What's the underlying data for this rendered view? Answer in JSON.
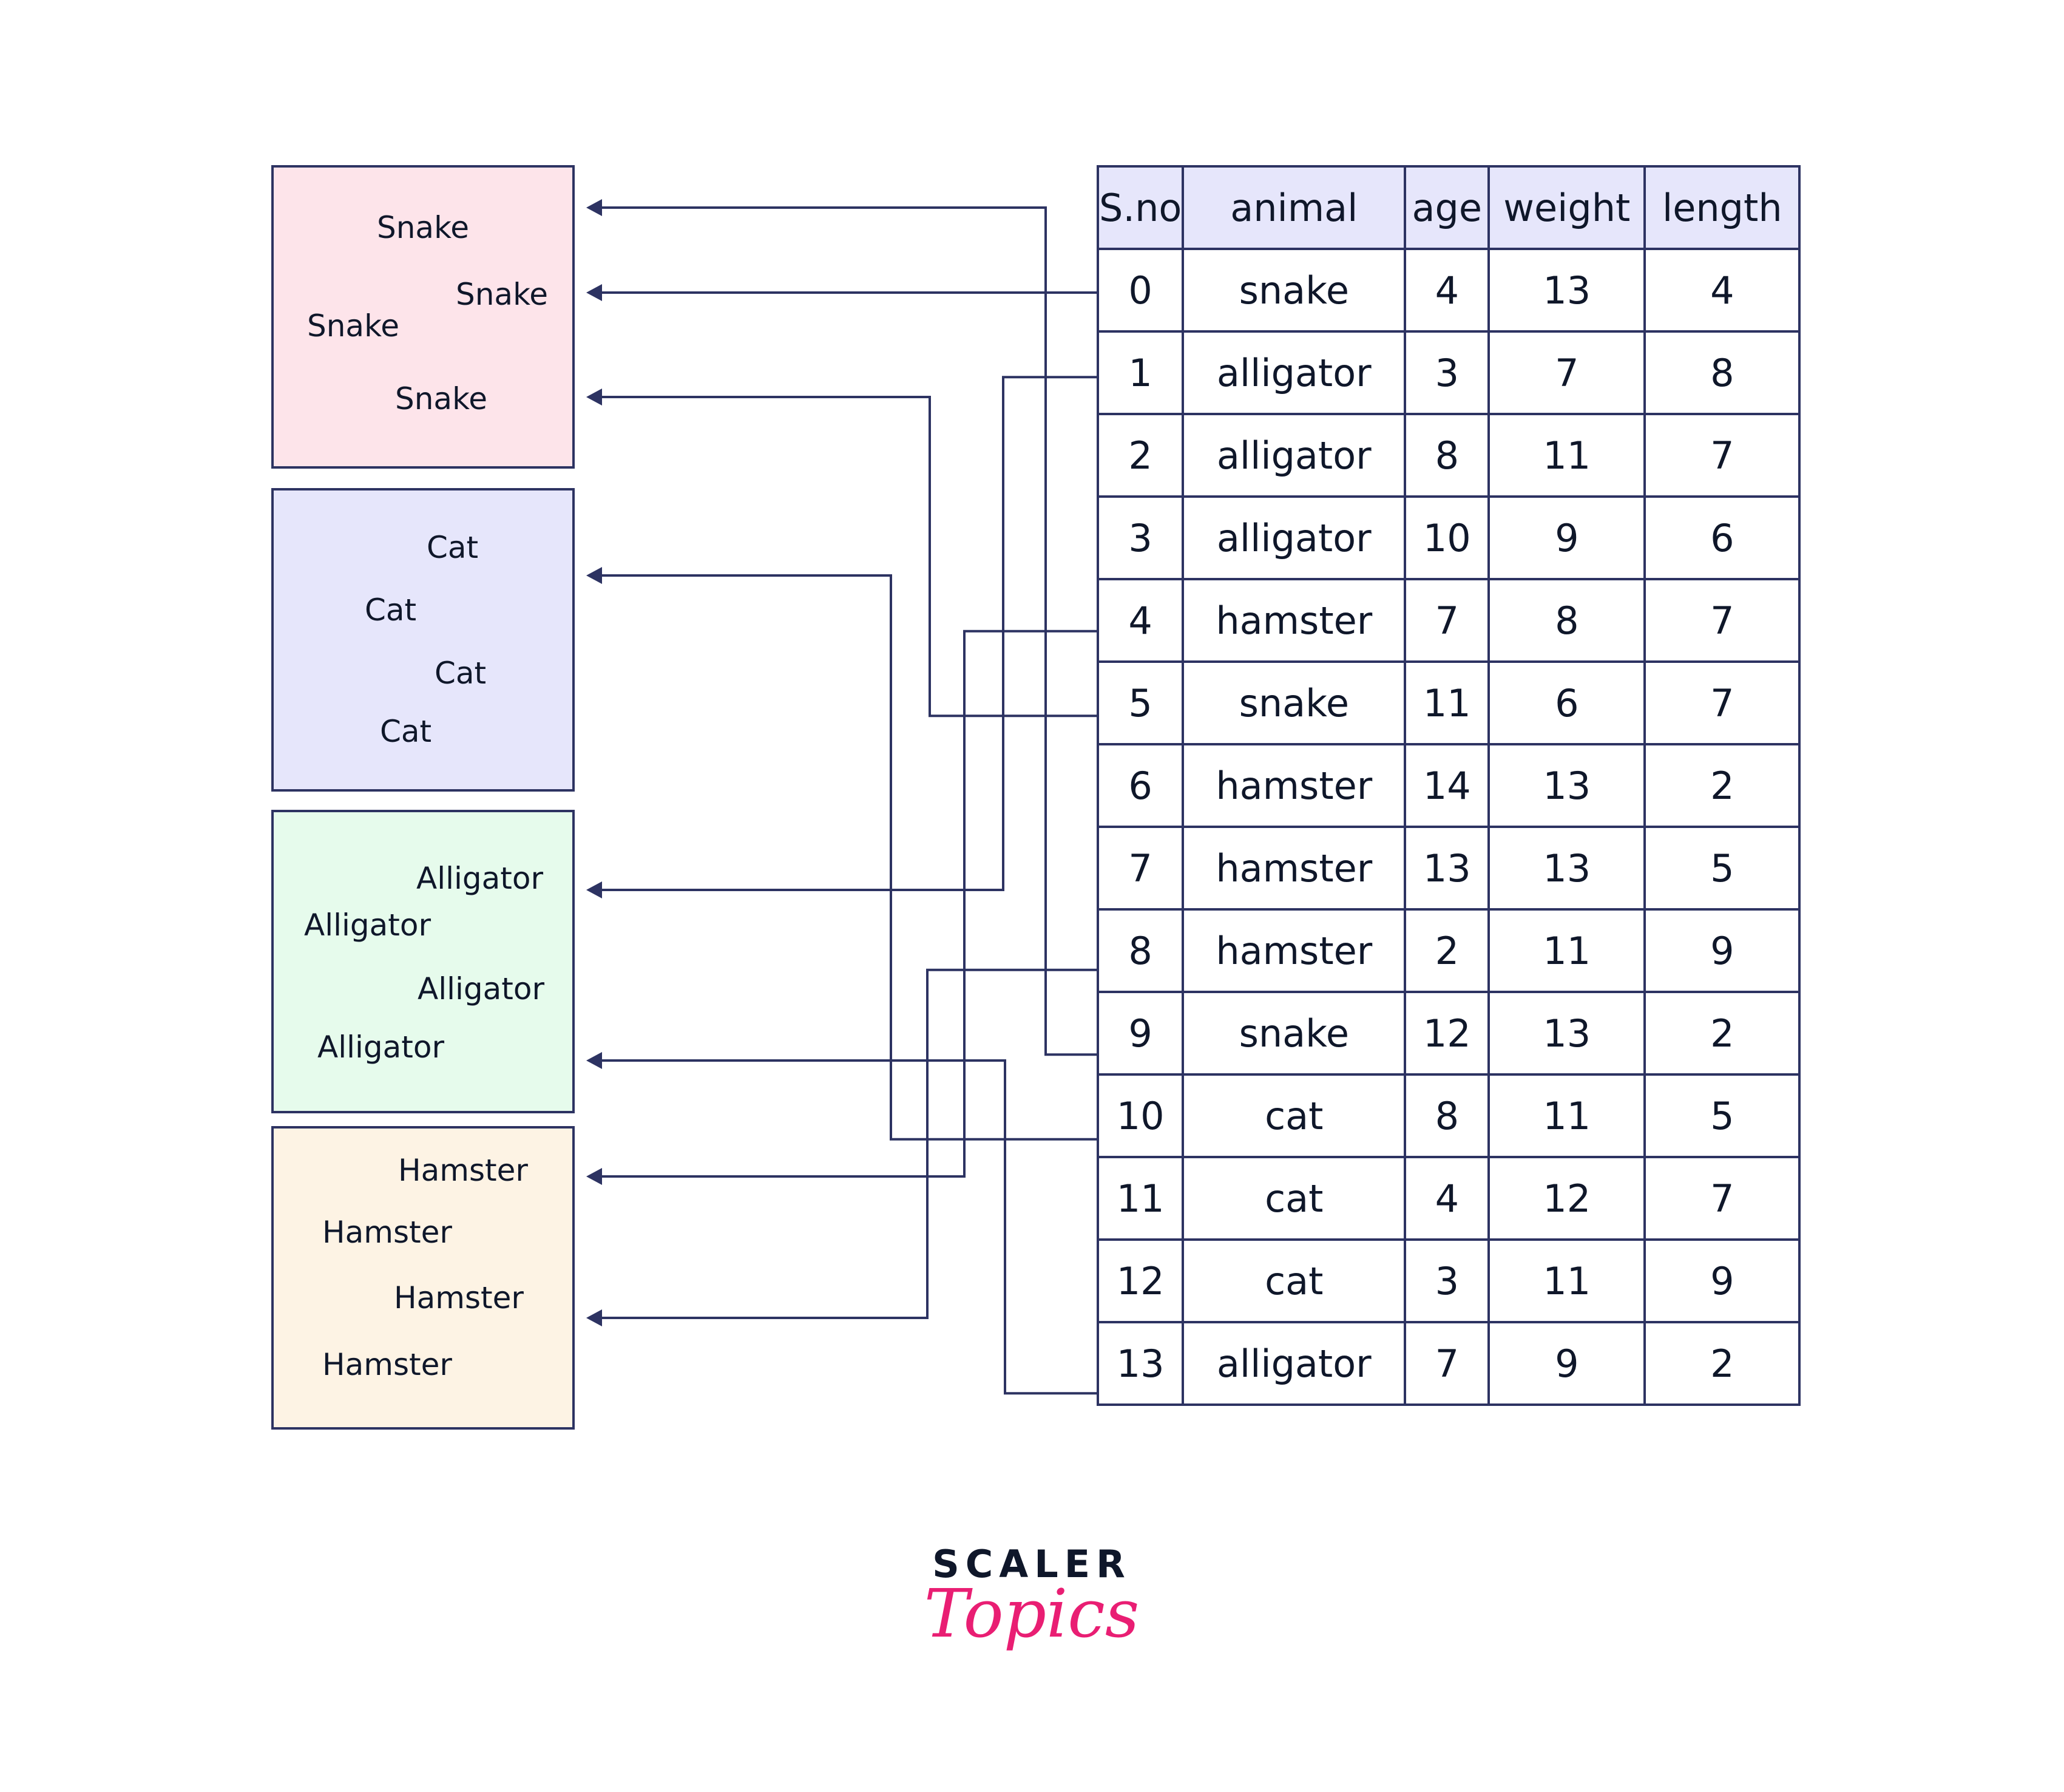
{
  "groups": [
    {
      "name": "snake",
      "color": "#fde4ea",
      "labels": [
        "Snake",
        "Snake",
        "Snake",
        "Snake"
      ]
    },
    {
      "name": "cat",
      "color": "#e6e6fb",
      "labels": [
        "Cat",
        "Cat",
        "Cat",
        "Cat"
      ]
    },
    {
      "name": "alligator",
      "color": "#e6fbec",
      "labels": [
        "Alligator",
        "Alligator",
        "Alligator",
        "Alligator"
      ]
    },
    {
      "name": "hamster",
      "color": "#fdf3e4",
      "labels": [
        "Hamster",
        "Hamster",
        "Hamster",
        "Hamster"
      ]
    }
  ],
  "table": {
    "headers": [
      "S.no",
      "animal",
      "age",
      "weight",
      "length"
    ],
    "header_bg": "#e6e6fb",
    "rows": [
      [
        "0",
        "snake",
        "4",
        "13",
        "4"
      ],
      [
        "1",
        "alligator",
        "3",
        "7",
        "8"
      ],
      [
        "2",
        "alligator",
        "8",
        "11",
        "7"
      ],
      [
        "3",
        "alligator",
        "10",
        "9",
        "6"
      ],
      [
        "4",
        "hamster",
        "7",
        "8",
        "7"
      ],
      [
        "5",
        "snake",
        "11",
        "6",
        "7"
      ],
      [
        "6",
        "hamster",
        "14",
        "13",
        "2"
      ],
      [
        "7",
        "hamster",
        "13",
        "13",
        "5"
      ],
      [
        "8",
        "hamster",
        "2",
        "11",
        "9"
      ],
      [
        "9",
        "snake",
        "12",
        "13",
        "2"
      ],
      [
        "10",
        "cat",
        "8",
        "11",
        "5"
      ],
      [
        "11",
        "cat",
        "4",
        "12",
        "7"
      ],
      [
        "12",
        "cat",
        "3",
        "11",
        "9"
      ],
      [
        "13",
        "alligator",
        "7",
        "9",
        "2"
      ]
    ]
  },
  "connections": [
    {
      "row": 9,
      "group": "snake"
    },
    {
      "row": 0,
      "group": "snake"
    },
    {
      "row": 5,
      "group": "snake"
    },
    {
      "row": 10,
      "group": "cat"
    },
    {
      "row": 1,
      "group": "alligator"
    },
    {
      "row": 13,
      "group": "alligator"
    },
    {
      "row": 4,
      "group": "hamster"
    },
    {
      "row": 8,
      "group": "hamster"
    }
  ],
  "line_color": "#2d3362",
  "logo": {
    "top": "SCALER",
    "bottom": "Topics",
    "accent": "#e91e73"
  }
}
